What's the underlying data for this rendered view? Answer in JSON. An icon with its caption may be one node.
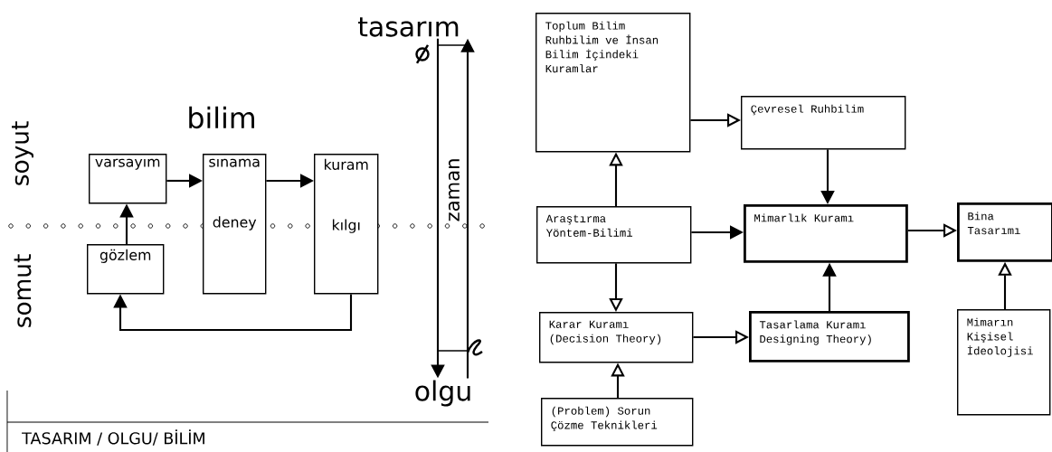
{
  "diagram": {
    "caption": "TASARIM / OLGU/ BİLİM",
    "nodes": [
      {
        "text": [
          "varsayım"
        ]
      },
      {
        "text": [
          "sınama",
          "deney"
        ]
      },
      {
        "text": [
          "kuram",
          "kılgı"
        ]
      },
      {
        "text": [
          "gözlem"
        ]
      },
      {
        "text": [
          "tasarım"
        ]
      },
      {
        "text": [
          "olgu"
        ]
      },
      {
        "text": [
          "Toplum Bilim Ruhbilim ve İnsan Bilim İçindeki Kuramlar"
        ]
      },
      {
        "text": [
          "Çevresel Ruhbilim"
        ]
      },
      {
        "text": [
          "Araştırma Yöntem-Bilimi"
        ]
      },
      {
        "text": [
          "Mimarlık Kuramı"
        ]
      },
      {
        "text": [
          "Bina Tasarımı"
        ]
      },
      {
        "text": [
          "Karar Kuramı (Decision Theory)"
        ]
      },
      {
        "text": [
          "Tasarlama Kuramı Designing Theory)"
        ]
      },
      {
        "text": [
          "(Problem) Sorun Çözme Teknikleri"
        ]
      },
      {
        "text": [
          "Mimarın Kişisel İdeolojisi"
        ]
      }
    ],
    "edges": [
      {
        "from": 0,
        "to": 1,
        "arrow": "to"
      },
      {
        "from": 1,
        "to": 2,
        "arrow": "to"
      },
      {
        "from": 3,
        "to": 0,
        "arrow": "to"
      },
      {
        "from": 2,
        "to": 3,
        "arrow": "to"
      },
      {
        "from": 4,
        "to": 5,
        "arrow": "to"
      },
      {
        "from": 5,
        "to": 4,
        "arrow": "to"
      },
      {
        "from": 6,
        "to": 7,
        "arrow": "to"
      },
      {
        "from": 8,
        "to": 6,
        "arrow": "to"
      },
      {
        "from": 7,
        "to": 9,
        "arrow": "to"
      },
      {
        "from": 8,
        "to": 9,
        "arrow": "to"
      },
      {
        "from": 9,
        "to": 10,
        "arrow": "to"
      },
      {
        "from": 8,
        "to": 11,
        "arrow": "to"
      },
      {
        "from": 11,
        "to": 12,
        "arrow": "to"
      },
      {
        "from": 12,
        "to": 9,
        "arrow": "to"
      },
      {
        "from": 13,
        "to": 11,
        "arrow": "to"
      },
      {
        "from": 14,
        "to": 10,
        "arrow": "to"
      }
    ],
    "labels": [
      "bilim",
      "soyut",
      "somut",
      "zaman"
    ]
  }
}
